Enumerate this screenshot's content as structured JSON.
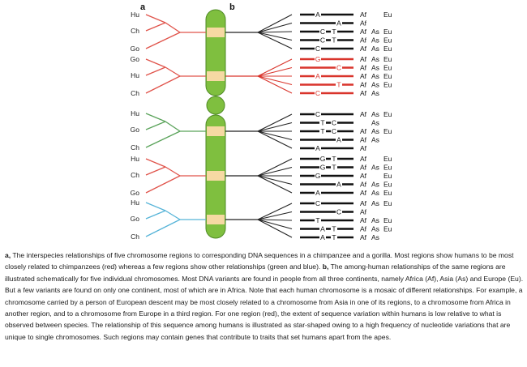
{
  "panel_labels": {
    "a": "a",
    "b": "b"
  },
  "colors": {
    "human_chimp": "#e0534a",
    "human_gorilla": "#5aa35a",
    "chimp_gorilla": "#56b4d8",
    "chromosome_fill": "#7fbf3f",
    "chromosome_band": "#f6d9a3",
    "sequence_red": "#d9342b",
    "sequence_black": "#111111"
  },
  "regions": [
    {
      "relation": "human_chimp",
      "labels": [
        "Hu",
        "Ch",
        "Go"
      ],
      "rows": [
        {
          "base": "A",
          "continents": [
            "Af",
            "",
            "Eu"
          ],
          "color": "black"
        },
        {
          "base": "A",
          "continents": [
            "Af",
            "",
            ""
          ],
          "color": "black"
        },
        {
          "base": "C T",
          "continents": [
            "Af",
            "As",
            "Eu"
          ],
          "color": "black"
        },
        {
          "base": "C T",
          "continents": [
            "Af",
            "As",
            "Eu"
          ],
          "color": "black"
        },
        {
          "base": "C",
          "continents": [
            "Af",
            "As",
            "Eu"
          ],
          "color": "black"
        }
      ]
    },
    {
      "relation": "human_chimp",
      "labels": [
        "Go",
        "Hu",
        "Ch"
      ],
      "rows": [
        {
          "base": "G",
          "continents": [
            "Af",
            "As",
            "Eu"
          ],
          "color": "red"
        },
        {
          "base": "C",
          "continents": [
            "Af",
            "As",
            "Eu"
          ],
          "color": "red"
        },
        {
          "base": "A",
          "continents": [
            "Af",
            "As",
            "Eu"
          ],
          "color": "red"
        },
        {
          "base": "T",
          "continents": [
            "Af",
            "As",
            "Eu"
          ],
          "color": "red"
        },
        {
          "base": "C",
          "continents": [
            "Af",
            "As",
            ""
          ],
          "color": "red"
        }
      ]
    },
    {
      "relation": "human_gorilla",
      "labels": [
        "Hu",
        "Go",
        "Ch"
      ],
      "rows": [
        {
          "base": "C",
          "continents": [
            "Af",
            "As",
            "Eu"
          ],
          "color": "black"
        },
        {
          "base": "T C",
          "continents": [
            "",
            "As",
            ""
          ],
          "color": "black"
        },
        {
          "base": "T C",
          "continents": [
            "Af",
            "As",
            "Eu"
          ],
          "color": "black"
        },
        {
          "base": "A",
          "continents": [
            "Af",
            "As",
            ""
          ],
          "color": "black"
        },
        {
          "base": "A",
          "continents": [
            "Af",
            "",
            ""
          ],
          "color": "black"
        }
      ]
    },
    {
      "relation": "human_chimp",
      "labels": [
        "Hu",
        "Ch",
        "Go"
      ],
      "rows": [
        {
          "base": "G T",
          "continents": [
            "Af",
            "",
            "Eu"
          ],
          "color": "black"
        },
        {
          "base": "G T",
          "continents": [
            "Af",
            "As",
            "Eu"
          ],
          "color": "black"
        },
        {
          "base": "G",
          "continents": [
            "Af",
            "",
            "Eu"
          ],
          "color": "black"
        },
        {
          "base": "A",
          "continents": [
            "Af",
            "As",
            "Eu"
          ],
          "color": "black"
        },
        {
          "base": "A",
          "continents": [
            "Af",
            "As",
            "Eu"
          ],
          "color": "black"
        }
      ]
    },
    {
      "relation": "chimp_gorilla",
      "labels": [
        "Hu",
        "Go",
        "Ch"
      ],
      "rows": [
        {
          "base": "C",
          "continents": [
            "Af",
            "As",
            "Eu"
          ],
          "color": "black"
        },
        {
          "base": "C",
          "continents": [
            "Af",
            "",
            ""
          ],
          "color": "black"
        },
        {
          "base": "T",
          "continents": [
            "Af",
            "As",
            "Eu"
          ],
          "color": "black"
        },
        {
          "base": "A T",
          "continents": [
            "Af",
            "As",
            "Eu"
          ],
          "color": "black"
        },
        {
          "base": "A T",
          "continents": [
            "Af",
            "As",
            ""
          ],
          "color": "black"
        }
      ]
    }
  ],
  "caption": {
    "a_label": "a,",
    "a_text": " The interspecies relationships of five chromosome regions to corresponding DNA sequences in a chimpanzee and a gorilla. Most regions show humans to be most closely related to chimpanzees (red) whereas a few regions show other relationships (green and blue). ",
    "b_label": "b,",
    "b_text": " The among-human relationships of the same regions are illustrated schematically for five individual chromosomes. Most DNA variants are found in people from all three continents, namely Africa (Af), Asia (As) and Europe (Eu). But a few variants are found on only one continent, most of which are in Africa. Note that each human chromosome is a mosaic of different relationships. For example, a chromosome carried by a person of European descent may be most closely related to a chromosome from Asia in one of its regions, to a chromosome from Africa in another region, and to a chromosome from Europe in a third region. For one region (red), the extent of sequence variation within humans is low relative to what is observed between species. The relationship of this sequence among humans is illustrated as star-shaped owing to a high frequency of nucleotide variations that are unique to single chromosomes. Such regions may contain genes that contribute to traits that set humans apart from the apes."
  }
}
